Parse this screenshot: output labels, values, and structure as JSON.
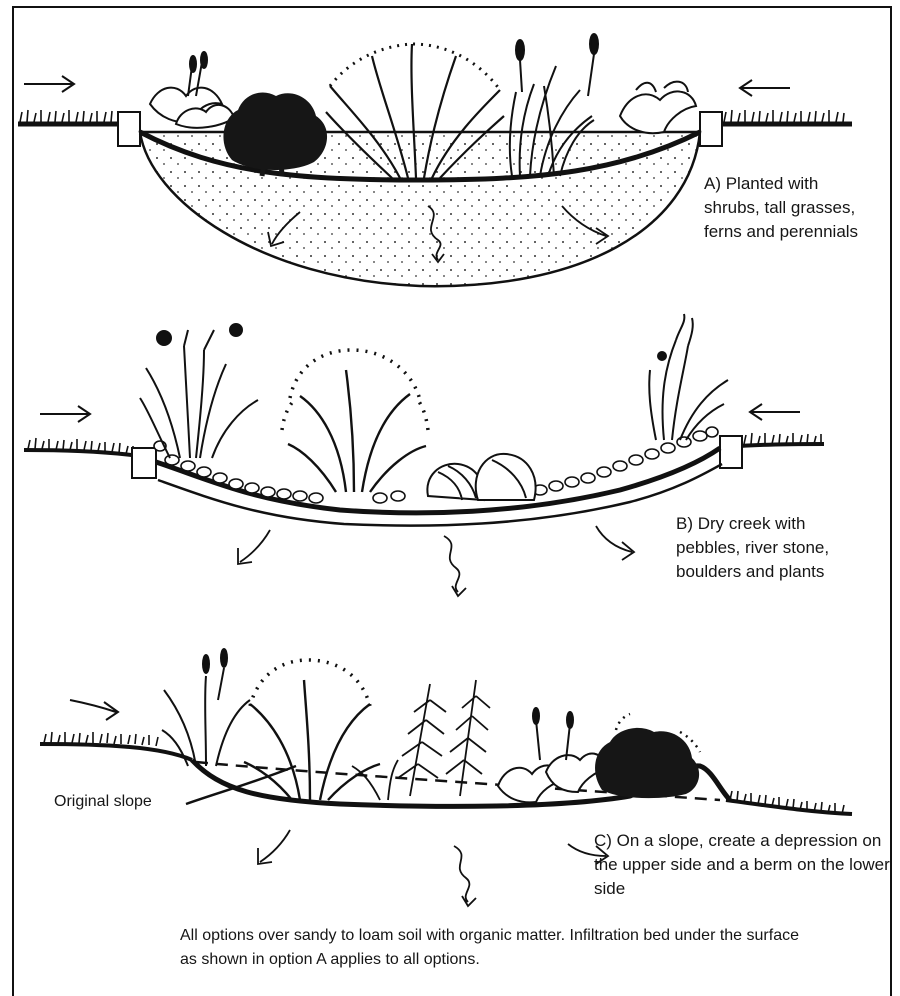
{
  "diagram": {
    "option_a_caption": "A) Planted with shrubs, tall grasses, ferns and perennials",
    "option_b_caption": "B) Dry creek with pebbles, river stone, boulders and plants",
    "option_c_caption": "C) On a slope, create a depression on the upper side and a berm on the lower side",
    "original_slope_label": "Original slope",
    "footnote": "All options over sandy to loam soil with organic matter. Infiltration bed under the surface as shown in option A applies to all options."
  }
}
